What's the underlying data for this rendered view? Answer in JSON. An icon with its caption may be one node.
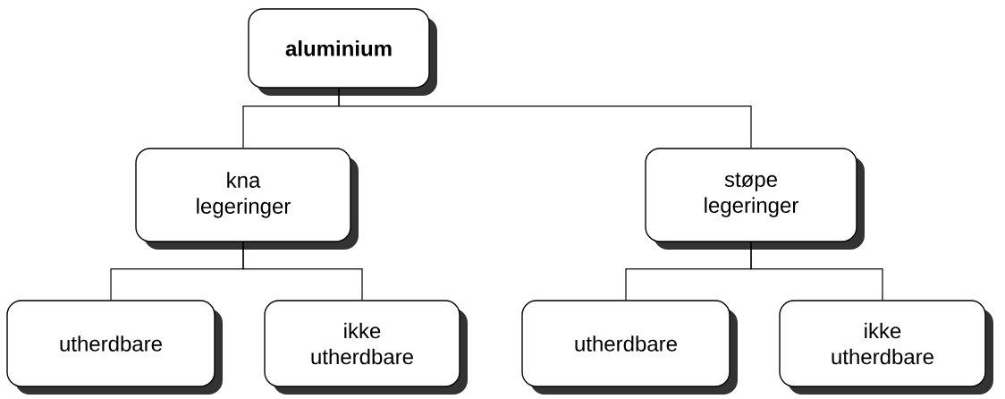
{
  "diagram": {
    "nodes": [
      {
        "text": [
          "aluminium"
        ]
      },
      {
        "text": [
          "kna legeringer"
        ]
      },
      {
        "text": [
          "støpe legeringer"
        ]
      },
      {
        "text": [
          "utherdbare"
        ]
      },
      {
        "text": [
          "ikke utherdbare"
        ]
      },
      {
        "text": [
          "utherdbare"
        ]
      },
      {
        "text": [
          "ikke utherdbare"
        ]
      }
    ],
    "edges": [
      {
        "from": 0,
        "to": 1,
        "arrow": "none"
      },
      {
        "from": 0,
        "to": 2,
        "arrow": "none"
      },
      {
        "from": 1,
        "to": 3,
        "arrow": "none"
      },
      {
        "from": 1,
        "to": 4,
        "arrow": "none"
      },
      {
        "from": 2,
        "to": 5,
        "arrow": "none"
      },
      {
        "from": 2,
        "to": 6,
        "arrow": "none"
      }
    ]
  }
}
